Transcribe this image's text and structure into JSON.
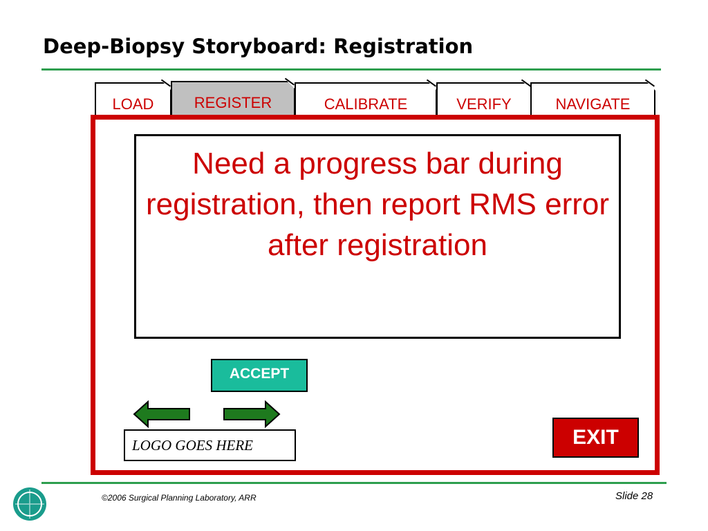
{
  "slide": {
    "title": "Deep-Biopsy Storyboard: Registration",
    "footer_copyright": "©2006 Surgical Planning Laboratory, ARR",
    "slide_number": "Slide 28"
  },
  "tabs": [
    {
      "label": "LOAD",
      "active": false
    },
    {
      "label": "REGISTER",
      "active": true
    },
    {
      "label": "CALIBRATE",
      "active": false
    },
    {
      "label": "VERIFY",
      "active": false
    },
    {
      "label": "NAVIGATE",
      "active": false
    }
  ],
  "main": {
    "message": "Need a progress bar during registration, then report RMS error after registration",
    "accept_label": "ACCEPT",
    "logo_placeholder": "LOGO GOES HERE",
    "exit_label": "EXIT"
  },
  "icons": {
    "back": "arrow-left-icon",
    "forward": "arrow-right-icon",
    "logo": "spl-logo-icon"
  },
  "colors": {
    "accent_red": "#cc0000",
    "accept_teal": "#1abc9c",
    "arrow_green": "#1e7a1e",
    "rule_green": "#2e9e4e",
    "active_tab_gray": "#c0c0c0",
    "logo_teal": "#1a9c8c"
  }
}
